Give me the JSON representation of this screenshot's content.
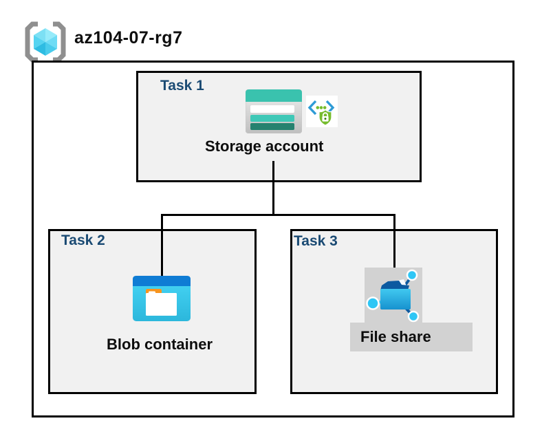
{
  "header": {
    "resource_group_name": "az104-07-rg7",
    "icon": "resource-group-icon"
  },
  "tasks": [
    {
      "label": "Task 1",
      "item": "Storage account",
      "icons": [
        "storage-account-icon",
        "shared-access-signature-icon"
      ]
    },
    {
      "label": "Task 2",
      "item": "Blob container",
      "icons": [
        "blob-container-icon"
      ]
    },
    {
      "label": "Task 3",
      "item": "File share",
      "icons": [
        "file-share-icon"
      ]
    }
  ],
  "colors": {
    "task_label_blue": "#1A4A73",
    "task_box_fill": "#F1F1F1",
    "border_black": "#000000",
    "gray_highlight": "#D2D2D2",
    "storage_teal": "#3AC2AE",
    "storage_teal_dark": "#26816F",
    "azure_blue": "#0F7CD4",
    "cyan_blue": "#2EC6F5",
    "sas_green": "#76BC2D",
    "rg_bracket_gray": "#8F8F8F"
  }
}
